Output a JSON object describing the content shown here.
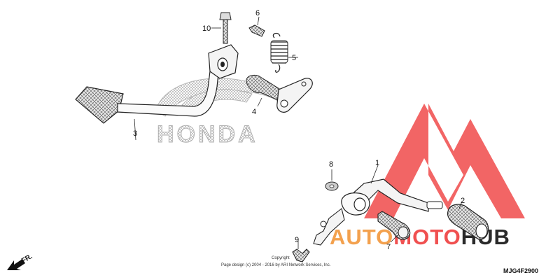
{
  "callouts": [
    "1",
    "2",
    "3",
    "4",
    "5",
    "6",
    "7",
    "8",
    "9",
    "10"
  ],
  "honda_text": "HONDA",
  "watermark": {
    "part1": "AUTO",
    "part2": "MOTO",
    "part3": "HUB"
  },
  "direction_label": "FR.",
  "copyright_line1": "Copyright",
  "copyright_line2": "Page design (c) 2004 - 2016 by ARI Network Services, Inc.",
  "diagram_code": "MJG4F2900",
  "colors": {
    "watermark_red": "#f05050",
    "watermark_orange": "#f3a14e",
    "watermark_dark": "#2a2a2a",
    "honda_gray": "#bfbfbf"
  }
}
